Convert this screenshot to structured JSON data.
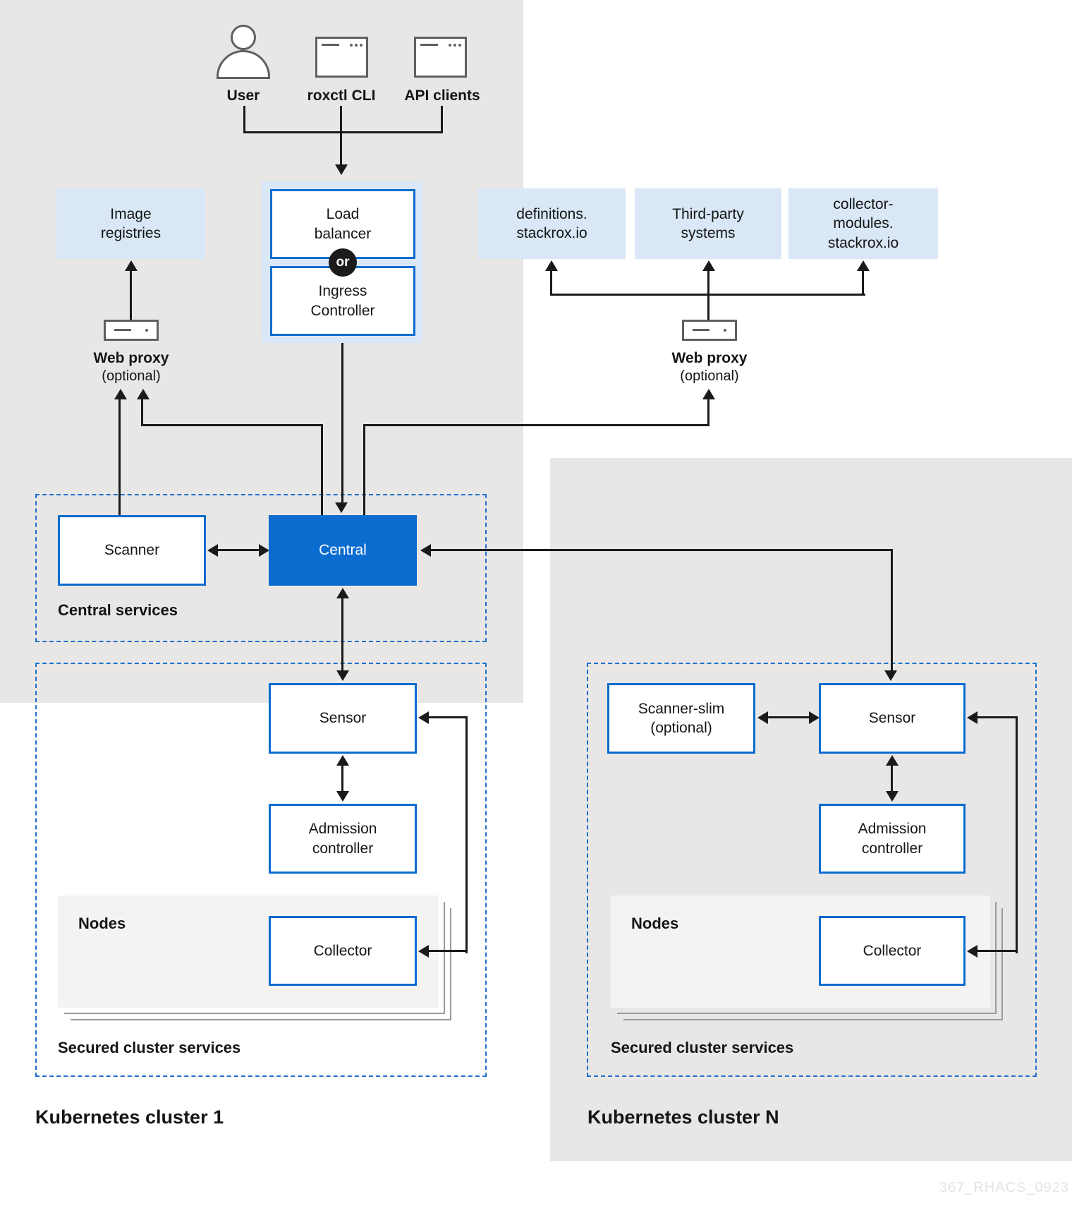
{
  "colors": {
    "accent_blue": "#0b6cd0",
    "light_blue_fill": "#d9e7f6",
    "dashed_border_blue": "#1f6fce",
    "panel_gray": "#e8e7e6",
    "nodes_panel_gray": "#f4f3f2",
    "line_black": "#1a1a1a",
    "icon_gray": "#5f6062",
    "text_dark": "#151515",
    "or_badge_black": "#1b1b1b",
    "watermark_gray": "#e4e4e4"
  },
  "actors": [
    {
      "label": "User"
    },
    {
      "label": "roxctl CLI"
    },
    {
      "label": "API clients"
    }
  ],
  "external": {
    "image_registries": "Image\nregistries",
    "load_balancer": "Load\nbalancer",
    "or_label": "or",
    "ingress_controller": "Ingress\nController",
    "definitions": "definitions.\nstackrox.io",
    "third_party": "Third-party\nsystems",
    "collector_modules": "collector-\nmodules.\nstackrox.io",
    "web_proxy_left": {
      "label": "Web proxy",
      "sub": "(optional)"
    },
    "web_proxy_right": {
      "label": "Web proxy",
      "sub": "(optional)"
    }
  },
  "central_services": {
    "section_label": "Central services",
    "scanner": "Scanner",
    "central": "Central"
  },
  "clusters": [
    {
      "title": "Kubernetes cluster 1",
      "section_label": "Secured cluster services",
      "sensor": "Sensor",
      "admission_controller": "Admission\ncontroller",
      "nodes_label": "Nodes",
      "collector": "Collector"
    },
    {
      "title": "Kubernetes cluster N",
      "section_label": "Secured cluster services",
      "scanner_slim": "Scanner-slim\n(optional)",
      "sensor": "Sensor",
      "admission_controller": "Admission\ncontroller",
      "nodes_label": "Nodes",
      "collector": "Collector"
    }
  ],
  "watermark": "367_RHACS_0923"
}
